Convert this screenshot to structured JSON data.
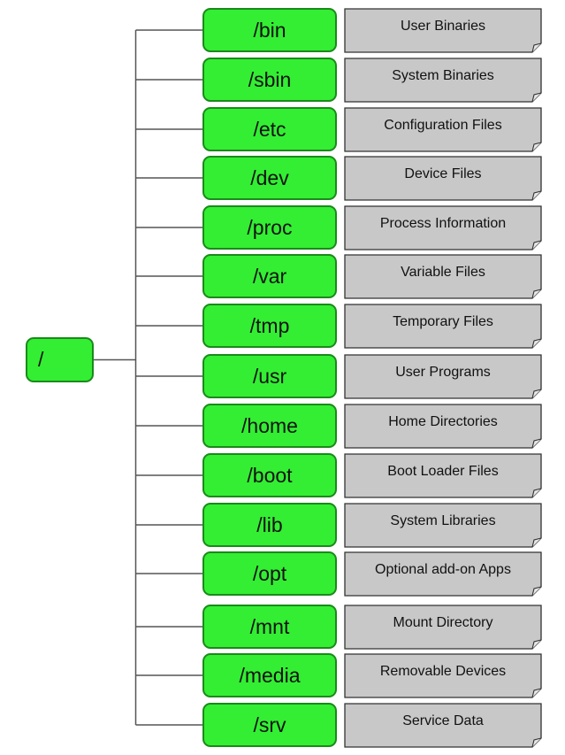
{
  "diagram": {
    "root": {
      "label": "/"
    },
    "entries": [
      {
        "dir": "/bin",
        "description": "User Binaries"
      },
      {
        "dir": "/sbin",
        "description": "System Binaries"
      },
      {
        "dir": "/etc",
        "description": "Configuration Files"
      },
      {
        "dir": "/dev",
        "description": "Device Files"
      },
      {
        "dir": "/proc",
        "description": "Process Information"
      },
      {
        "dir": "/var",
        "description": "Variable Files"
      },
      {
        "dir": "/tmp",
        "description": "Temporary Files"
      },
      {
        "dir": "/usr",
        "description": "User Programs"
      },
      {
        "dir": "/home",
        "description": "Home Directories"
      },
      {
        "dir": "/boot",
        "description": "Boot Loader Files"
      },
      {
        "dir": "/lib",
        "description": "System Libraries"
      },
      {
        "dir": "/opt",
        "description": "Optional add-on Apps"
      },
      {
        "dir": "/mnt",
        "description": "Mount Directory"
      },
      {
        "dir": "/media",
        "description": "Removable Devices"
      },
      {
        "dir": "/srv",
        "description": "Service Data"
      }
    ]
  },
  "colors": {
    "dir_fill": "#33ee33",
    "dir_border": "#1a8a1a",
    "note_fill": "#c8c8c8",
    "note_border": "#333333",
    "connector": "#555555"
  }
}
